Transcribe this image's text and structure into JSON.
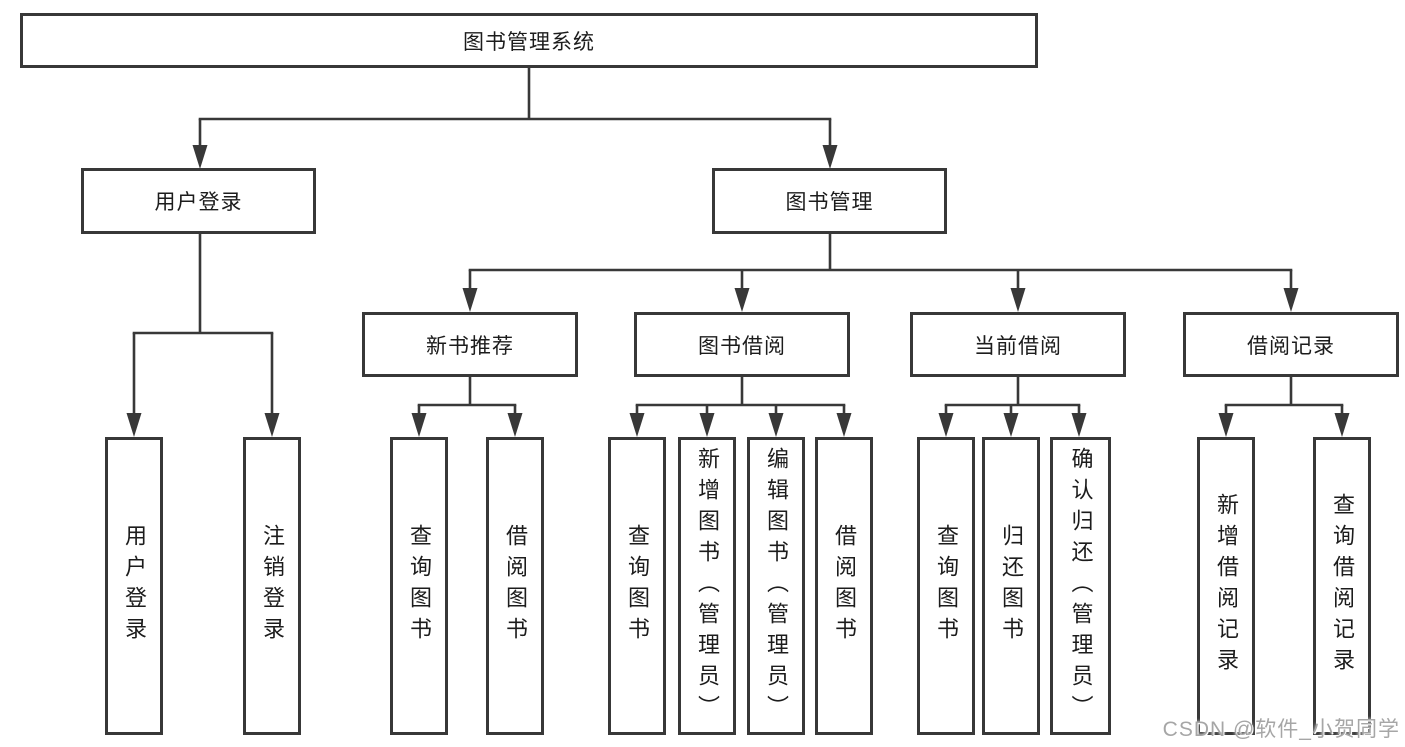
{
  "diagram": {
    "root": {
      "label": "图书管理系统"
    },
    "level2": [
      {
        "label": "用户登录"
      },
      {
        "label": "图书管理"
      }
    ],
    "level3": [
      {
        "label": "新书推荐"
      },
      {
        "label": "图书借阅"
      },
      {
        "label": "当前借阅"
      },
      {
        "label": "借阅记录"
      }
    ],
    "leaves": {
      "user_login": [
        {
          "label": "用户登录"
        },
        {
          "label": "注销登录"
        }
      ],
      "new_book_recommend": [
        {
          "label": "查询图书"
        },
        {
          "label": "借阅图书"
        }
      ],
      "book_borrowing": [
        {
          "label": "查询图书"
        },
        {
          "label": "新增图书（管理员）"
        },
        {
          "label": "编辑图书（管理员）"
        },
        {
          "label": "借阅图书"
        }
      ],
      "current_borrowing": [
        {
          "label": "查询图书"
        },
        {
          "label": "归还图书"
        },
        {
          "label": "确认归还（管理员）"
        }
      ],
      "borrowing_records": [
        {
          "label": "新增借阅记录"
        },
        {
          "label": "查询借阅记录"
        }
      ]
    }
  },
  "watermark": {
    "text": "CSDN @软件_小贺同学"
  },
  "colors": {
    "line": "#383838",
    "border": "#383838",
    "text": "#1c1c1c",
    "background": "#ffffff",
    "watermark_text": "#a6a6a6"
  }
}
